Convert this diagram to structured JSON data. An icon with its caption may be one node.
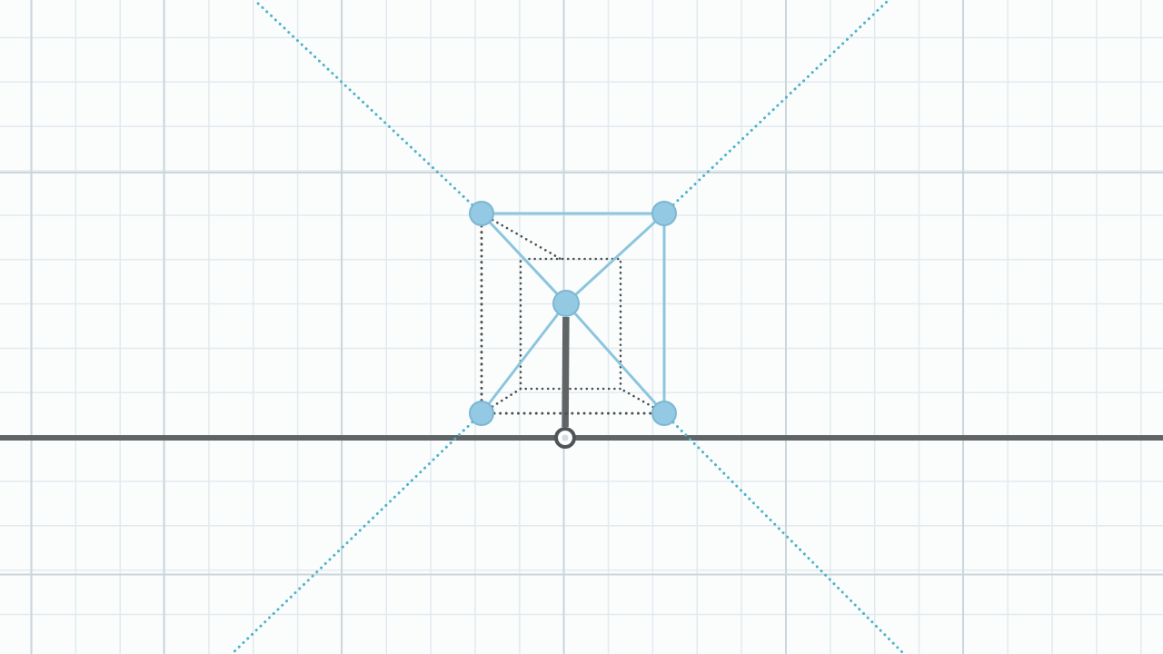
{
  "diagram": {
    "nodes": [
      {
        "text": [],
        "shape": "circle"
      },
      {
        "text": [],
        "shape": "circle"
      },
      {
        "text": [],
        "shape": "circle"
      },
      {
        "text": [],
        "shape": "circle"
      },
      {
        "text": [],
        "shape": "circle"
      },
      {
        "text": [],
        "shape": "circle"
      }
    ],
    "edges": [
      {
        "from": 0,
        "to": 1,
        "arrow": "none"
      },
      {
        "from": 0,
        "to": 2,
        "arrow": "none"
      },
      {
        "from": 1,
        "to": 2,
        "arrow": "none"
      },
      {
        "from": 1,
        "to": 4,
        "arrow": "none"
      },
      {
        "from": 2,
        "to": 3,
        "arrow": "none"
      },
      {
        "from": 2,
        "to": 4,
        "arrow": "none"
      },
      {
        "from": 2,
        "to": 5,
        "arrow": "none",
        "style": "thick",
        "color": "#5f6467"
      },
      {
        "from": 0,
        "to": 3,
        "arrow": "none",
        "style": "dashed",
        "color": "#4a4f52"
      },
      {
        "from": 3,
        "to": 4,
        "arrow": "none",
        "style": "dashed",
        "color": "#4a4f52"
      },
      {
        "from": 0,
        "to": null,
        "arrow": "none",
        "style": "dashed",
        "color": "#4db3cc"
      },
      {
        "from": 1,
        "to": null,
        "arrow": "none",
        "style": "dashed",
        "color": "#4db3cc"
      },
      {
        "from": 3,
        "to": null,
        "arrow": "none",
        "style": "dashed",
        "color": "#4db3cc"
      },
      {
        "from": 4,
        "to": null,
        "arrow": "none",
        "style": "dashed",
        "color": "#4db3cc"
      }
    ]
  }
}
